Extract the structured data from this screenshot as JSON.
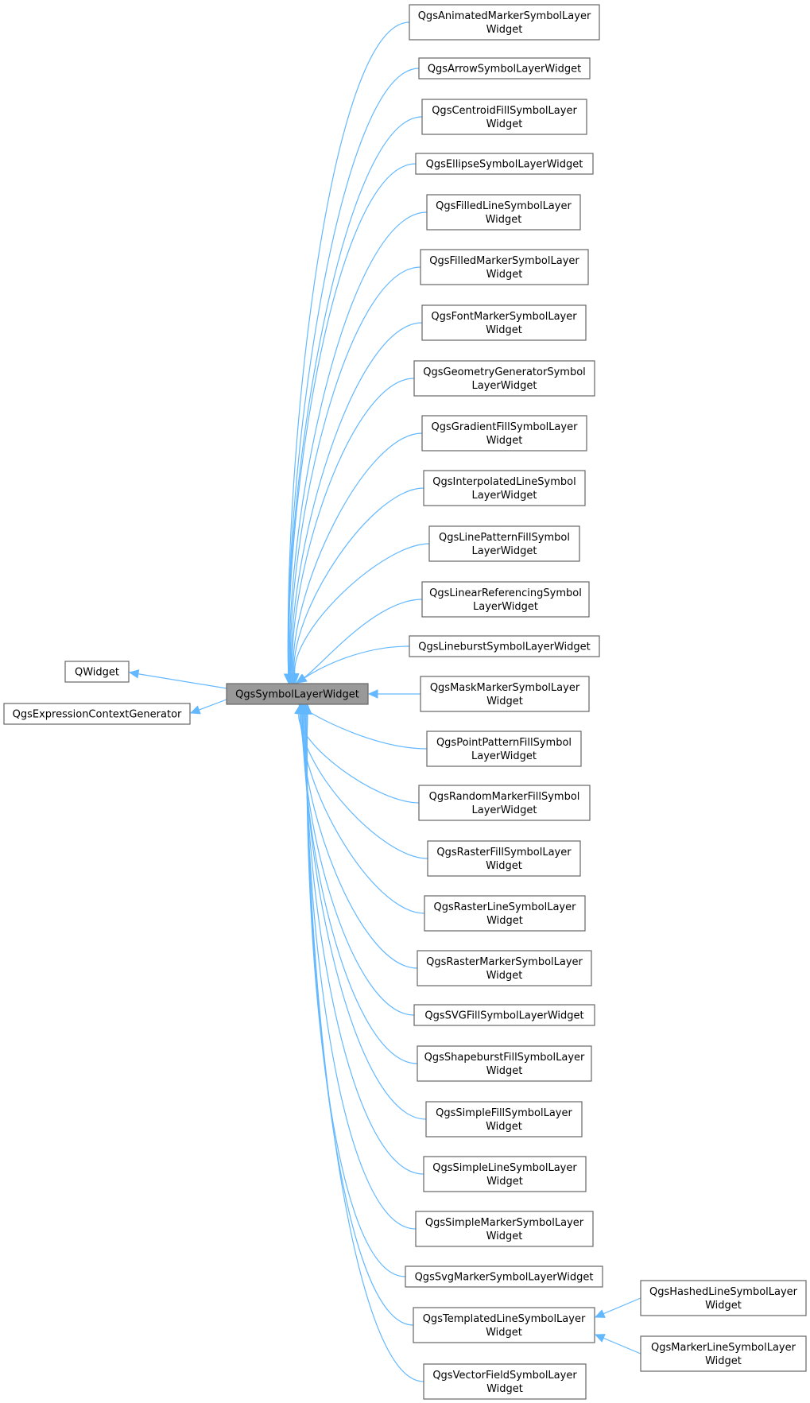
{
  "diagram": {
    "base_classes": [
      {
        "id": "qwidget",
        "lines": [
          "QWidget"
        ]
      },
      {
        "id": "qgsexpressioncontextgenerator",
        "lines": [
          "QgsExpressionContextGenerator"
        ]
      }
    ],
    "focus_class": {
      "id": "qgssymbollayerwidget",
      "lines": [
        "QgsSymbolLayerWidget"
      ]
    },
    "derived_classes": [
      {
        "id": "animatedmarker",
        "lines": [
          "QgsAnimatedMarkerSymbolLayer",
          "Widget"
        ]
      },
      {
        "id": "arrow",
        "lines": [
          "QgsArrowSymbolLayerWidget"
        ]
      },
      {
        "id": "centroidfill",
        "lines": [
          "QgsCentroidFillSymbolLayer",
          "Widget"
        ]
      },
      {
        "id": "ellipse",
        "lines": [
          "QgsEllipseSymbolLayerWidget"
        ]
      },
      {
        "id": "filledline",
        "lines": [
          "QgsFilledLineSymbolLayer",
          "Widget"
        ]
      },
      {
        "id": "filledmarker",
        "lines": [
          "QgsFilledMarkerSymbolLayer",
          "Widget"
        ]
      },
      {
        "id": "fontmarker",
        "lines": [
          "QgsFontMarkerSymbolLayer",
          "Widget"
        ]
      },
      {
        "id": "geometrygenerator",
        "lines": [
          "QgsGeometryGeneratorSymbol",
          "LayerWidget"
        ]
      },
      {
        "id": "gradientfill",
        "lines": [
          "QgsGradientFillSymbolLayer",
          "Widget"
        ]
      },
      {
        "id": "interpolatedline",
        "lines": [
          "QgsInterpolatedLineSymbol",
          "LayerWidget"
        ]
      },
      {
        "id": "linepatternfill",
        "lines": [
          "QgsLinePatternFillSymbol",
          "LayerWidget"
        ]
      },
      {
        "id": "linearreferencing",
        "lines": [
          "QgsLinearReferencingSymbol",
          "LayerWidget"
        ]
      },
      {
        "id": "lineburst",
        "lines": [
          "QgsLineburstSymbolLayerWidget"
        ]
      },
      {
        "id": "maskmarker",
        "lines": [
          "QgsMaskMarkerSymbolLayer",
          "Widget"
        ]
      },
      {
        "id": "pointpatternfill",
        "lines": [
          "QgsPointPatternFillSymbol",
          "LayerWidget"
        ]
      },
      {
        "id": "randommarkerfill",
        "lines": [
          "QgsRandomMarkerFillSymbol",
          "LayerWidget"
        ]
      },
      {
        "id": "rasterfill",
        "lines": [
          "QgsRasterFillSymbolLayer",
          "Widget"
        ]
      },
      {
        "id": "rasterline",
        "lines": [
          "QgsRasterLineSymbolLayer",
          "Widget"
        ]
      },
      {
        "id": "rastermarker",
        "lines": [
          "QgsRasterMarkerSymbolLayer",
          "Widget"
        ]
      },
      {
        "id": "svgfill",
        "lines": [
          "QgsSVGFillSymbolLayerWidget"
        ]
      },
      {
        "id": "shapeburstfill",
        "lines": [
          "QgsShapeburstFillSymbolLayer",
          "Widget"
        ]
      },
      {
        "id": "simplefill",
        "lines": [
          "QgsSimpleFillSymbolLayer",
          "Widget"
        ]
      },
      {
        "id": "simpleline",
        "lines": [
          "QgsSimpleLineSymbolLayer",
          "Widget"
        ]
      },
      {
        "id": "simplemarker",
        "lines": [
          "QgsSimpleMarkerSymbolLayer",
          "Widget"
        ]
      },
      {
        "id": "svgmarker",
        "lines": [
          "QgsSvgMarkerSymbolLayerWidget"
        ]
      },
      {
        "id": "templatedline",
        "lines": [
          "QgsTemplatedLineSymbolLayer",
          "Widget"
        ]
      },
      {
        "id": "vectorfield",
        "lines": [
          "QgsVectorFieldSymbolLayer",
          "Widget"
        ]
      }
    ],
    "second_level_classes": [
      {
        "id": "hashedline",
        "parent": "templatedline",
        "lines": [
          "QgsHashedLineSymbolLayer",
          "Widget"
        ]
      },
      {
        "id": "markerline",
        "parent": "templatedline",
        "lines": [
          "QgsMarkerLineSymbolLayer",
          "Widget"
        ]
      }
    ],
    "colors": {
      "edge": "#63b8ff",
      "box_border": "#666666",
      "focus_fill": "#999999",
      "text": "#000000"
    }
  }
}
